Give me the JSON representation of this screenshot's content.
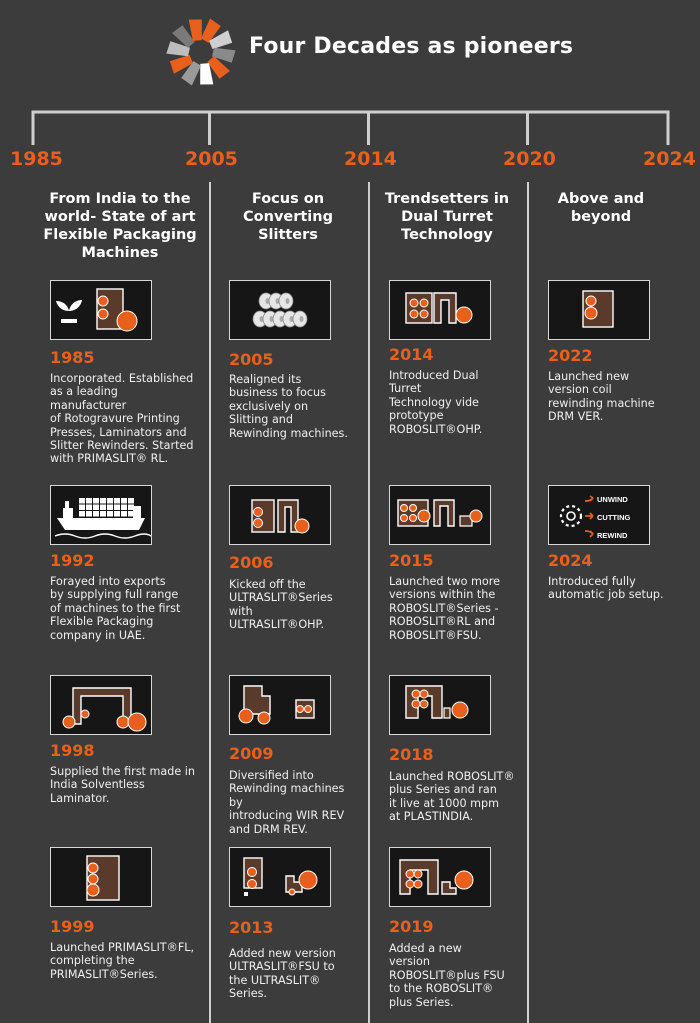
{
  "title": "Four Decades as pioneers",
  "colors": {
    "background": "#3c3c3c",
    "accent": "#e8601c",
    "line": "#cfcfcf",
    "icon_bg": "#161616",
    "icon_brown": "#5a3a2a"
  },
  "timeline_years": [
    "1985",
    "2005",
    "2014",
    "2020",
    "2024"
  ],
  "columns": [
    {
      "heading": "From India to the world- State of art Flexible Packaging Machines"
    },
    {
      "heading": "Focus on Converting Slitters"
    },
    {
      "heading": "Trendsetters in Dual Turret Technology"
    },
    {
      "heading": "Above and beyond"
    }
  ],
  "events": [
    {
      "col": 0,
      "icon": "plant-machine-icon",
      "year": "1985",
      "text": "Incorporated. Established\nas a leading\nmanufacturer\nof Rotogravure Printing\nPresses, Laminators and\nSlitter Rewinders. Started\nwith PRIMASLIT® RL."
    },
    {
      "col": 0,
      "icon": "cargo-ship-icon",
      "year": "1992",
      "text": "Forayed into exports\nby supplying full range\nof machines to the first\nFlexible Packaging\ncompany in UAE."
    },
    {
      "col": 0,
      "icon": "laminator-icon",
      "year": "1998",
      "text": "Supplied the first made in\nIndia Solventless\nLaminator."
    },
    {
      "col": 0,
      "icon": "primaslit-fl-icon",
      "year": "1999",
      "text": "Launched PRIMASLIT®FL,\ncompleting the\nPRIMASLIT®Series."
    },
    {
      "col": 1,
      "icon": "rolls-icon",
      "year": "2005",
      "text": "Realigned its\nbusiness to focus\nexclusively on\nSlitting and\nRewinding machines."
    },
    {
      "col": 1,
      "icon": "ultraslit-icon",
      "year": "2006",
      "text": "Kicked off the\nULTRASLIT®Series\nwith\nULTRASLIT®OHP."
    },
    {
      "col": 1,
      "icon": "rewinder-icon",
      "year": "2009",
      "text": "Diversified into\nRewinding machines\nby\nintroducing WIR REV\nand DRM REV."
    },
    {
      "col": 1,
      "icon": "ultraslit-fsu-icon",
      "year": "2013",
      "text": "Added new version\nULTRASLIT®FSU  to\nthe ULTRASLIT®\nSeries."
    },
    {
      "col": 2,
      "icon": "dual-turret-icon",
      "year": "2014",
      "text": "Introduced Dual\nTurret\nTechnology vide\nprototype\nROBOSLIT®OHP."
    },
    {
      "col": 2,
      "icon": "roboslit-rl-icon",
      "year": "2015",
      "text": "Launched two more\nversions within the\nROBOSLIT®Series -\nROBOSLIT®RL and\nROBOSLIT®FSU."
    },
    {
      "col": 2,
      "icon": "roboslit-plus-icon",
      "year": "2018",
      "text": "Launched ROBOSLIT®\nplus Series and ran\nit live at 1000 mpm\nat PLASTINDIA."
    },
    {
      "col": 2,
      "icon": "roboslit-plus-fsu-icon",
      "year": "2019",
      "text": "Added a new\nversion\nROBOSLIT®plus FSU\nto the ROBOSLIT®\nplus Series."
    },
    {
      "col": 3,
      "icon": "drm-ver-icon",
      "year": "2022",
      "text": "Launched new\nversion coil\nrewinding machine\nDRM VER."
    },
    {
      "col": 3,
      "icon": "auto-setup-icon",
      "year": "2024",
      "text": "Introduced fully\nautomatic job setup.",
      "icon_labels": [
        "UNWIND",
        "CUTTING",
        "REWIND"
      ]
    }
  ]
}
